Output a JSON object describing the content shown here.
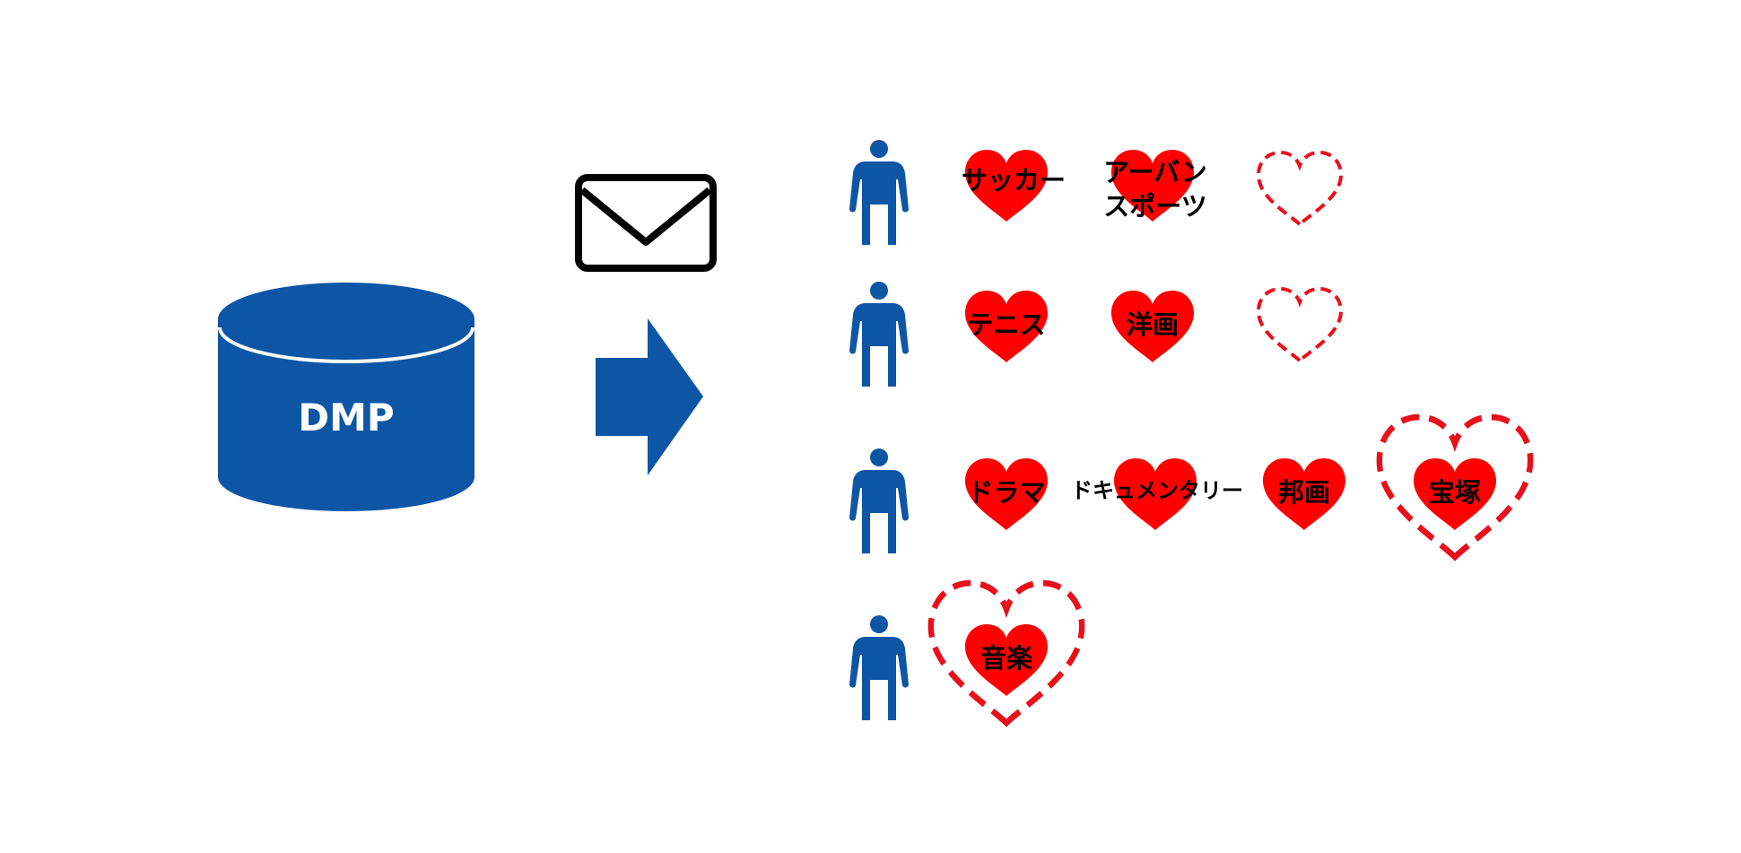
{
  "colors": {
    "primary_blue": "#0d56a6",
    "heart_red": "#ff0000",
    "dashed_red": "#e8101a",
    "envelope_black": "#000000"
  },
  "database": {
    "label": "DMP",
    "icon": "database-cylinder-icon"
  },
  "message_icon": "envelope-icon",
  "arrow_icon": "arrow-right-icon",
  "users": [
    {
      "icon": "person-icon",
      "interests": [
        {
          "label": "サッカー",
          "style": "filled"
        },
        {
          "label_lines": [
            "アーバン",
            "スポーツ"
          ],
          "style": "filled"
        },
        {
          "label": "",
          "style": "dashed-empty"
        }
      ]
    },
    {
      "icon": "person-icon",
      "interests": [
        {
          "label": "テニス",
          "style": "filled"
        },
        {
          "label": "洋画",
          "style": "filled"
        },
        {
          "label": "",
          "style": "dashed-empty"
        }
      ]
    },
    {
      "icon": "person-icon",
      "interests": [
        {
          "label": "ドラマ",
          "style": "filled"
        },
        {
          "label": "ドキュメンタリー",
          "style": "filled"
        },
        {
          "label": "邦画",
          "style": "filled"
        },
        {
          "label": "宝塚",
          "style": "new-highlighted"
        }
      ]
    },
    {
      "icon": "person-icon",
      "interests": [
        {
          "label": "音楽",
          "style": "new-highlighted"
        }
      ]
    }
  ]
}
